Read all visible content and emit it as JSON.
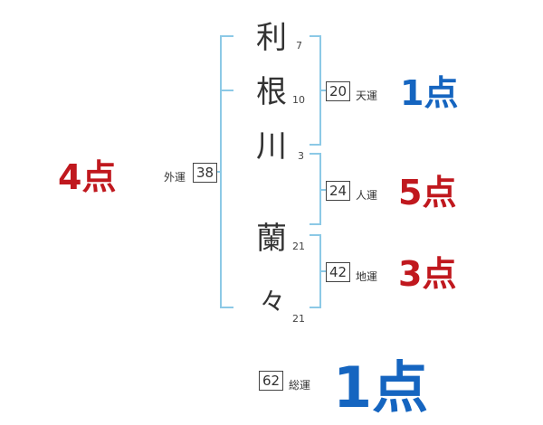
{
  "name_chars": [
    {
      "char": "利",
      "strokes": "7"
    },
    {
      "char": "根",
      "strokes": "10"
    },
    {
      "char": "川",
      "strokes": "3"
    },
    {
      "char": "蘭",
      "strokes": "21"
    },
    {
      "char": "々",
      "strokes": "21"
    }
  ],
  "gaiun": {
    "label": "外運",
    "value": "38",
    "score": "4点"
  },
  "tenun": {
    "label": "天運",
    "value": "20",
    "score": "1点"
  },
  "jinun": {
    "label": "人運",
    "value": "24",
    "score": "5点"
  },
  "chiun": {
    "label": "地運",
    "value": "42",
    "score": "3点"
  },
  "souun": {
    "label": "総運",
    "value": "62",
    "score": "1点"
  },
  "colors": {
    "bracket": "#8cc9e6",
    "red": "#c0181e",
    "blue": "#1565c0"
  }
}
